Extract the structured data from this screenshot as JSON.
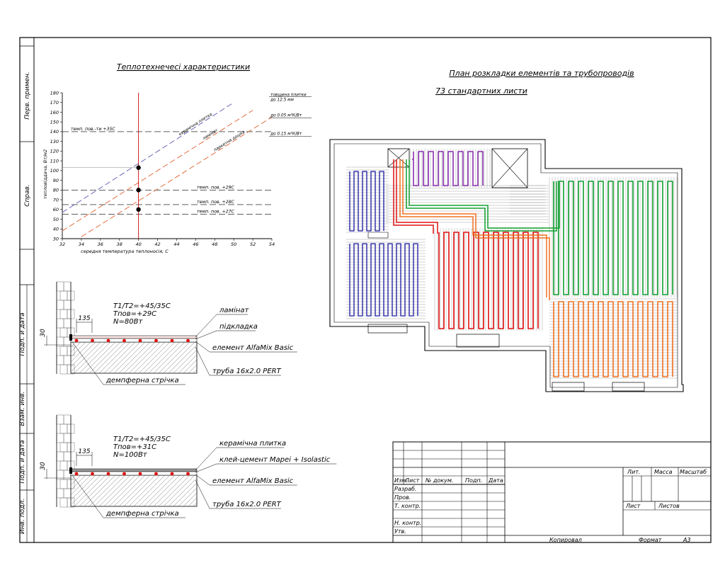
{
  "side_stamp": {
    "labels": [
      "Перв. примен.",
      "Справ.",
      "Подп. и дата",
      "Взам. инв.",
      "Подп. и дата",
      "Инв. подл."
    ]
  },
  "chart_data": {
    "type": "line",
    "title": "Теплотехнечесі характеристики",
    "xlabel": "середня температура теплоносія, С",
    "ylabel": "тепловіддача, Вт/м2",
    "xlim": [
      32,
      54
    ],
    "ylim": [
      30,
      180
    ],
    "x_ticks": [
      32,
      34,
      36,
      38,
      40,
      42,
      44,
      46,
      48,
      50,
      52,
      54
    ],
    "y_ticks": [
      30,
      40,
      50,
      60,
      70,
      80,
      90,
      100,
      110,
      120,
      130,
      140,
      150,
      160,
      170,
      180
    ],
    "series": [
      {
        "name": "керамічна плитка",
        "color": "#5a5ab4",
        "x": [
          32,
          50
        ],
        "y": [
          57,
          170
        ]
      },
      {
        "name": "ламінат",
        "color": "#e06030",
        "x": [
          32,
          52
        ],
        "y": [
          38,
          162
        ]
      },
      {
        "name": "паркетна дошка",
        "color": "#e06030",
        "x": [
          34,
          54
        ],
        "y": [
          32,
          155
        ]
      }
    ],
    "right_notes": [
      {
        "text": "товщина плитки",
        "y": 178
      },
      {
        "text": "до 12.5 мм",
        "y": 173
      },
      {
        "text": "до 0.05 м²К/Вт",
        "y": 157
      },
      {
        "text": "до 0.15 м²К/Вт",
        "y": 138
      }
    ],
    "reference_lines": [
      {
        "label": "темп. пов.-ти +35С",
        "y": 140
      },
      {
        "label": "темп. пов. +29С",
        "y": 80
      },
      {
        "label": "темп. пов. +28С",
        "y": 65
      },
      {
        "label": "темп. пов. +27С",
        "y": 55
      }
    ],
    "vertical_line": {
      "x": 40
    },
    "markers": [
      {
        "x": 40,
        "y": 103
      },
      {
        "x": 40,
        "y": 80
      },
      {
        "x": 40,
        "y": 60
      }
    ],
    "grid": false
  },
  "plan": {
    "title": "План розкладки елементів та трубопроводів",
    "subtitle": "73 стандартних листи",
    "colors": {
      "purple": "#8a2fb0",
      "blue": "#4040b0",
      "red": "#e01010",
      "green": "#10a030",
      "orange": "#f07020"
    }
  },
  "sections": [
    {
      "params": [
        "T1/T2=+45/35C",
        "Tпов=+29C",
        "N=80Вт"
      ],
      "dim_spacing": "135",
      "dim_height": "30",
      "layers": [
        "ламінат",
        "підкладка",
        "елемент AlfaMix Basic",
        "труба 16х2.0 PERT"
      ],
      "strip": "демпферна стрічка"
    },
    {
      "params": [
        "T1/T2=+45/35C",
        "Tпов=+31C",
        "N=100Вт"
      ],
      "dim_spacing": "135",
      "dim_height": "30",
      "layers": [
        "керамічна плитка",
        "клей-цемент Mapei + Isolastic",
        "елемент AlfaMix Basic",
        "труба 16х2.0 PERT"
      ],
      "strip": "демпферна стрічка"
    }
  ],
  "title_block": {
    "header": [
      "Изм.",
      "Лист",
      "№ докум.",
      "Подп.",
      "Дата"
    ],
    "roles": [
      "Разраб.",
      "Пров.",
      "Т. контр.",
      "",
      "Н. контр.",
      "Утв."
    ],
    "lit": "Лит.",
    "mass": "Масса",
    "scale": "Масштаб",
    "sheet": "Лист",
    "sheets": "Листов",
    "copied": "Копировал",
    "format": "Формат",
    "format_value": "A3"
  }
}
